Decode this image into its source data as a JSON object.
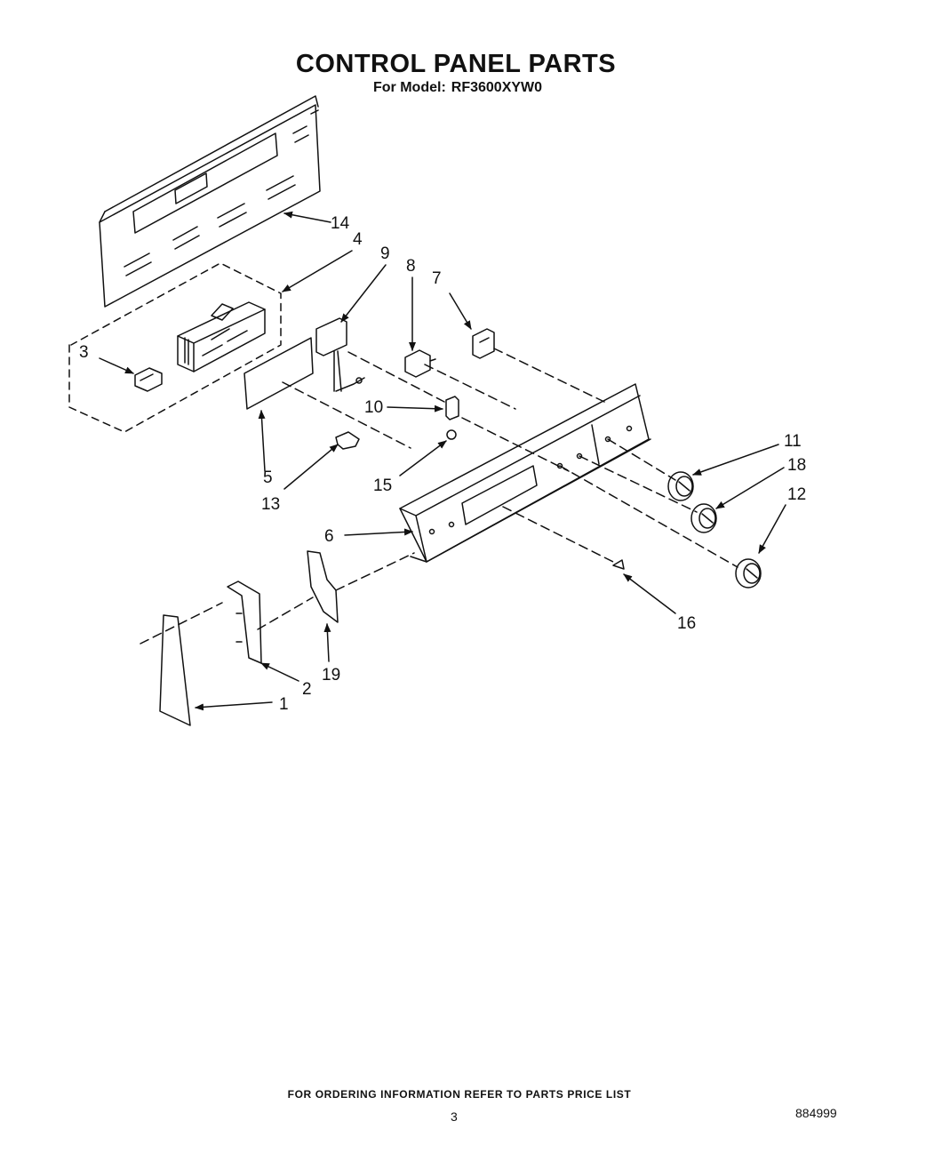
{
  "header": {
    "title": "CONTROL PANEL PARTS",
    "model_label": "For Model:",
    "model_number": "RF3600XYW0"
  },
  "callouts": {
    "c1": "1",
    "c2": "2",
    "c3": "3",
    "c4": "4",
    "c5": "5",
    "c6": "6",
    "c7": "7",
    "c8": "8",
    "c9": "9",
    "c10": "10",
    "c11": "11",
    "c12": "12",
    "c13": "13",
    "c14": "14",
    "c15": "15",
    "c16": "16",
    "c18": "18",
    "c19": "19"
  },
  "footer": {
    "ordering_note": "FOR ORDERING INFORMATION REFER TO PARTS PRICE LIST",
    "page_number": "3",
    "document_number": "884999"
  }
}
